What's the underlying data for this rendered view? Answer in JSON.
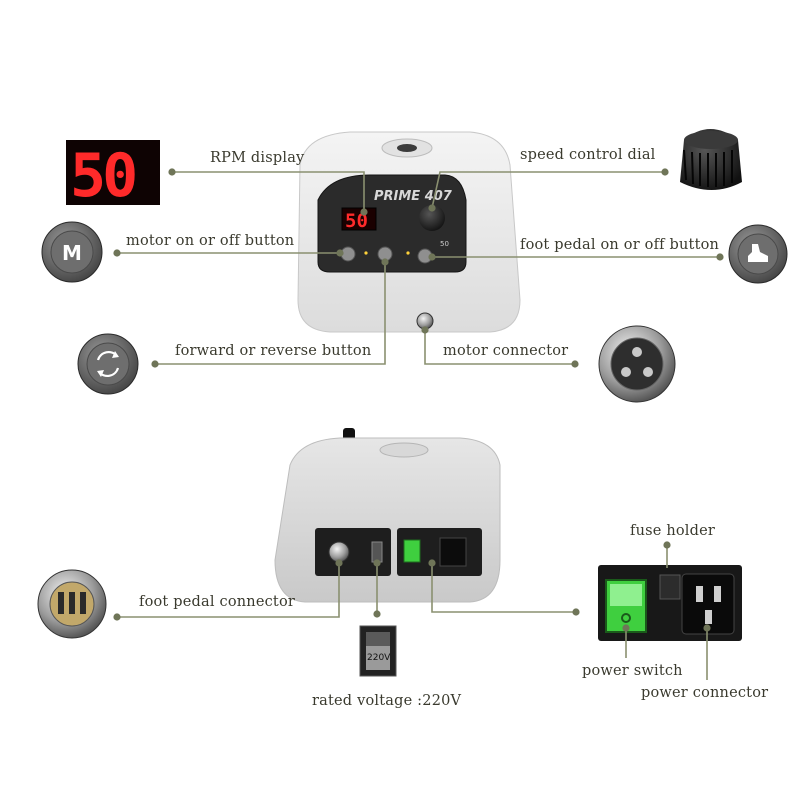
{
  "labels": {
    "rpm_display": "RPM display",
    "speed_dial": "speed control dial",
    "motor_button": "motor on or off button",
    "foot_pedal_button": "foot pedal on or off button",
    "fwd_rev_button": "forward or reverse button",
    "motor_connector": "motor connector",
    "foot_pedal_connector": "foot pedal connector",
    "fuse_holder": "fuse holder",
    "power_switch": "power switch",
    "power_connector": "power connector",
    "rated_voltage": "rated voltage :220V"
  },
  "device": {
    "model": "PRIME 407",
    "display_value": "50",
    "big_display_value": "50",
    "dial_value": "50",
    "motor_key": "M",
    "voltage_tag": "220V"
  },
  "colors": {
    "leader": "#8a9070",
    "dot": "#6f7558",
    "led": "#ff2a2a",
    "switch": "#3fcf3f"
  }
}
